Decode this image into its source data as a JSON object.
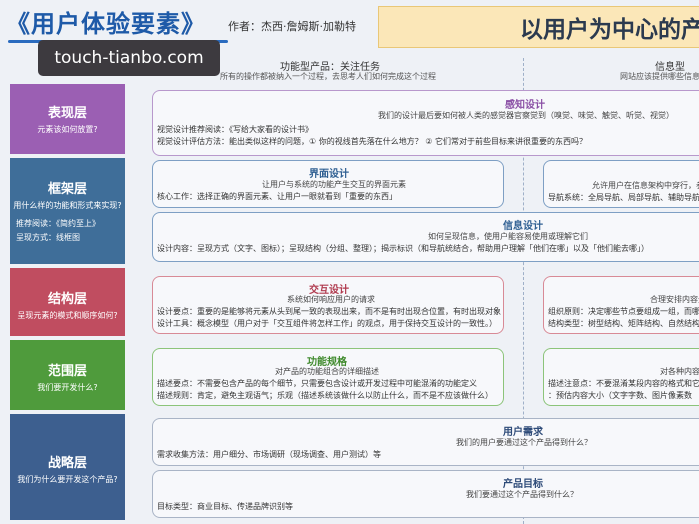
{
  "header": {
    "title": "《用户体验要素》",
    "author": "作者：杰西·詹姆斯·加勒特",
    "banner": "以用户为中心的产",
    "watermark": "touch-tianbo.com"
  },
  "columns": {
    "left_title": "功能型产品：关注任务",
    "left_sub": "所有的操作都被纳入一个过程，去思考人们如何完成这个过程",
    "right_title": "信息型",
    "right_sub": "网站应该提供哪些信息"
  },
  "layers": [
    {
      "name": "表现层",
      "question": "元素该如何放置?",
      "color": "#9b5fb3"
    },
    {
      "name": "框架层",
      "question": "用什么样的功能和形式来实现?",
      "extra1": "推荐阅读：《简约至上》",
      "extra2": "呈现方式：线框图",
      "color": "#3f6e99"
    },
    {
      "name": "结构层",
      "question": "呈现元素的模式和顺序如何?",
      "color": "#c04d60"
    },
    {
      "name": "范围层",
      "question": "我们要开发什么?",
      "color": "#4f9b3c"
    },
    {
      "name": "战略层",
      "question": "我们为什么要开发这个产品?",
      "color": "#3d5f8f"
    }
  ],
  "boxes": {
    "perception": {
      "title": "感知设计",
      "sub": "我们的设计最后要如何被人类的感觉器官察觉到（嗅觉、味觉、触觉、听觉、视觉）",
      "line1": "视觉设计推荐阅读：《写给大家看的设计书》",
      "line2": "视觉设计评估方法：能出类似这样的问题，① 你的视线首先落在什么地方？ ② 它们常对于前些目标来讲很重要的东西吗？"
    },
    "interface": {
      "title": "界面设计",
      "sub": "让用户与系统的功能产生交互的界面元素",
      "line1": "核心工作：选择正确的界面元素、让用户一眼就看到「重要的东西」"
    },
    "nav_right": {
      "line1": "允许用户在信息架构中穿行，参",
      "line2": "导航系统：全局导航、局部导航、辅助导航、上"
    },
    "info": {
      "title": "信息设计",
      "sub": "如何呈现信息，使用户能容易使用或理解它们",
      "line1": "设计内容：呈现方式（文字、图标）；呈现结构（分组、整理）；揭示标识（和导航统结合，帮助用户理解「他们在哪」以及「他们能去哪」）"
    },
    "interaction": {
      "title": "交互设计",
      "sub": "系统如何响应用户的请求",
      "line1": "设计要点：重要的是能够将元素从头到尾一致的表现出来，而不是有时出现合位置，有时出现对象",
      "line2": "设计工具：概念模型（用户对于「交互组件将怎样工作」的观点，用于保持交互设计的一致性。）"
    },
    "arch_right": {
      "line1": "合理安排内容元",
      "line2": "组织原则：决定哪些节点要组成一组，而哪些",
      "line3": "结构类型：树型结构、矩阵结构、自然结构、线"
    },
    "spec": {
      "title": "功能规格",
      "sub": "对产品的功能组合的详细描述",
      "line1": "描述要点：不需要包含产品的每个细节，只需要包含设计或开发过程中可能混淆的功能定义",
      "line2": "描述规则：肯定，避免主观语气；乐观（描述系统该做什么以防止什么，而不是不应该做什么）"
    },
    "content_right": {
      "line1": "对各种内容",
      "line2": "描述注意点：不要混淆某段内容的格式和它的目",
      "line3": "：预估内容大小（文字字数、图片像素数"
    },
    "needs": {
      "title": "用户需求",
      "sub": "我们的用户要通过这个产品得到什么？",
      "line1": "需求收集方法：用户细分、市场调研（现场调查、用户测试）等"
    },
    "goals": {
      "title": "产品目标",
      "sub": "我们要通过这个产品得到什么？",
      "line1": "目标类型：商业目标、传递品牌识别等"
    }
  },
  "colors": {
    "purple": "#9b5fb3",
    "blue": "#3f6e99",
    "red": "#c04d60",
    "green": "#4f9b3c",
    "navy": "#3d5f8f"
  }
}
